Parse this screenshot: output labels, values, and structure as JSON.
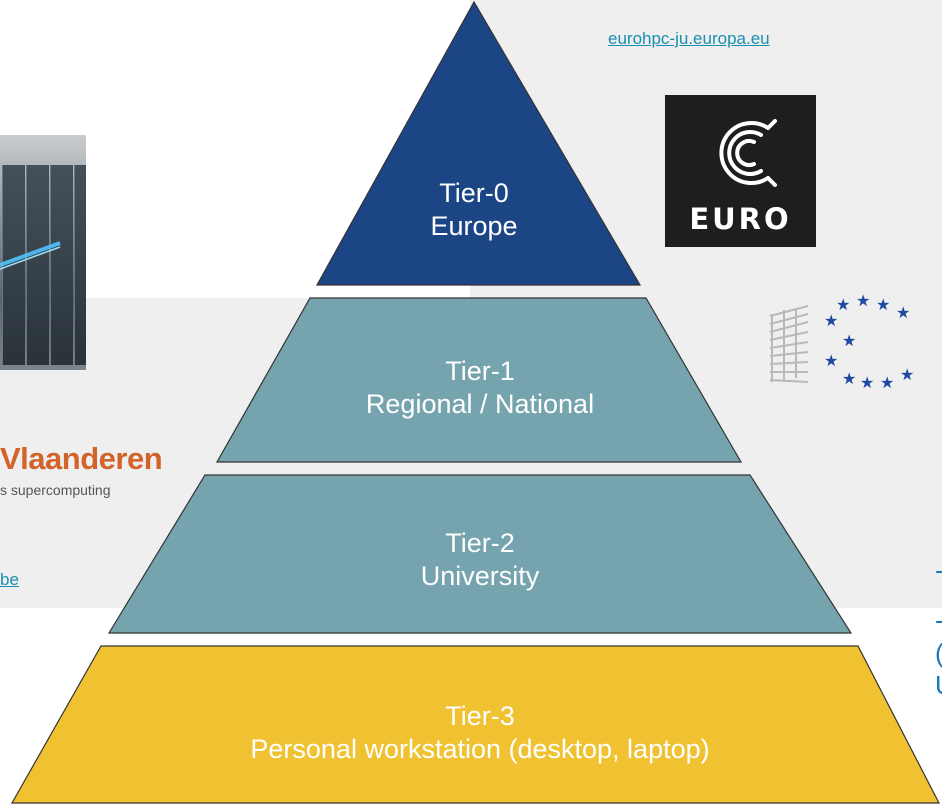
{
  "links": {
    "eurohpc": "eurohpc-ju.europa.eu",
    "vsc_partial": "be"
  },
  "tiers": [
    {
      "id": "tier-0",
      "line1": "Tier-0",
      "line2": "Europe",
      "color": "#1b4585"
    },
    {
      "id": "tier-1",
      "line1": "Tier-1",
      "line2": "Regional / National",
      "color": "#75a4ae"
    },
    {
      "id": "tier-2",
      "line1": "Tier-2",
      "line2": "University",
      "color": "#75a4ae"
    },
    {
      "id": "tier-3",
      "line1": "Tier-3",
      "line2": "Personal workstation (desktop, laptop)",
      "color": "#f0c232"
    }
  ],
  "logos": {
    "euro_text": "EURO",
    "vsc_name": "Vlaanderen",
    "vsc_tagline": "s supercomputing"
  },
  "right_edge_partial": [
    "(",
    "U"
  ],
  "colors": {
    "link": "#1a8fb0",
    "band": "#efefef",
    "vsc_orange": "#d2642a",
    "eu_blue": "#1f4aa0"
  }
}
